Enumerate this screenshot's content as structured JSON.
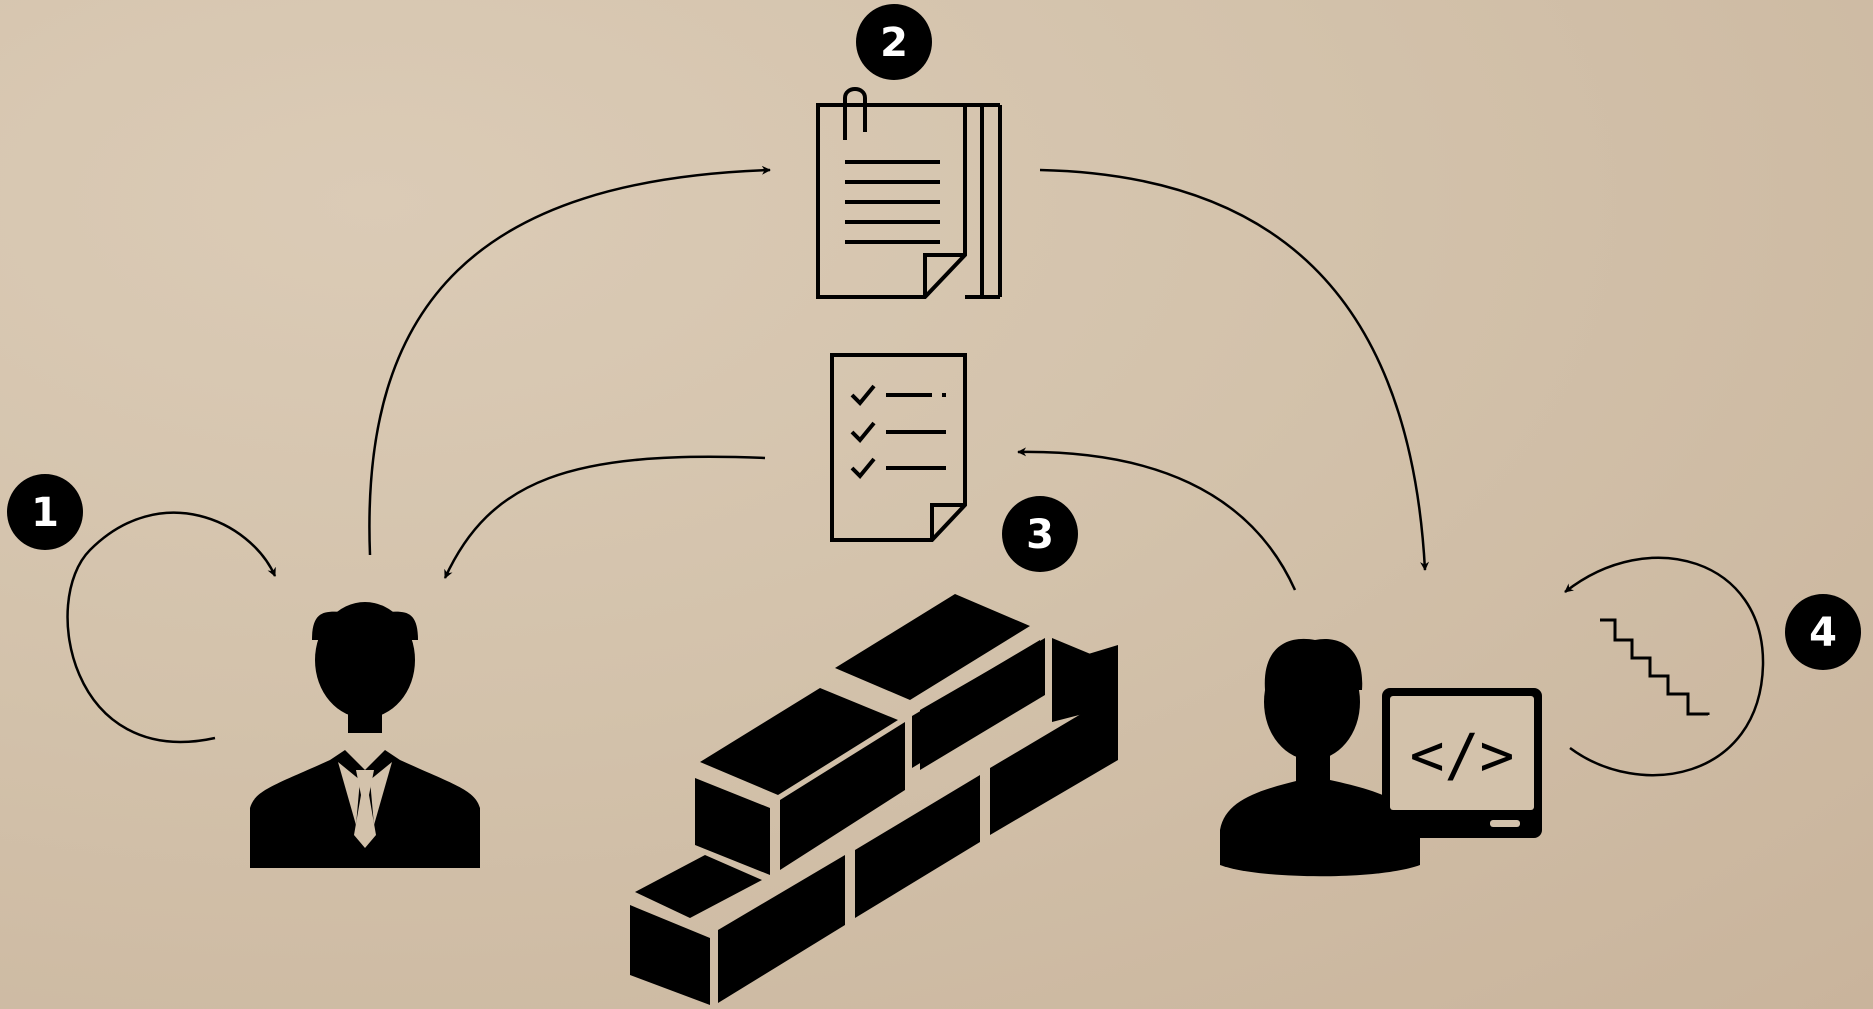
{
  "steps": [
    {
      "number": "1"
    },
    {
      "number": "2"
    },
    {
      "number": "3"
    },
    {
      "number": "4"
    }
  ],
  "monitor": {
    "code_symbol": "</>"
  },
  "colors": {
    "ink": "#000000",
    "background": "#d3c2ab"
  },
  "icons": [
    "businessman-icon",
    "documents-icon",
    "checklist-icon",
    "brick-wall-icon",
    "developer-icon",
    "monitor-icon",
    "stairs-icon"
  ]
}
